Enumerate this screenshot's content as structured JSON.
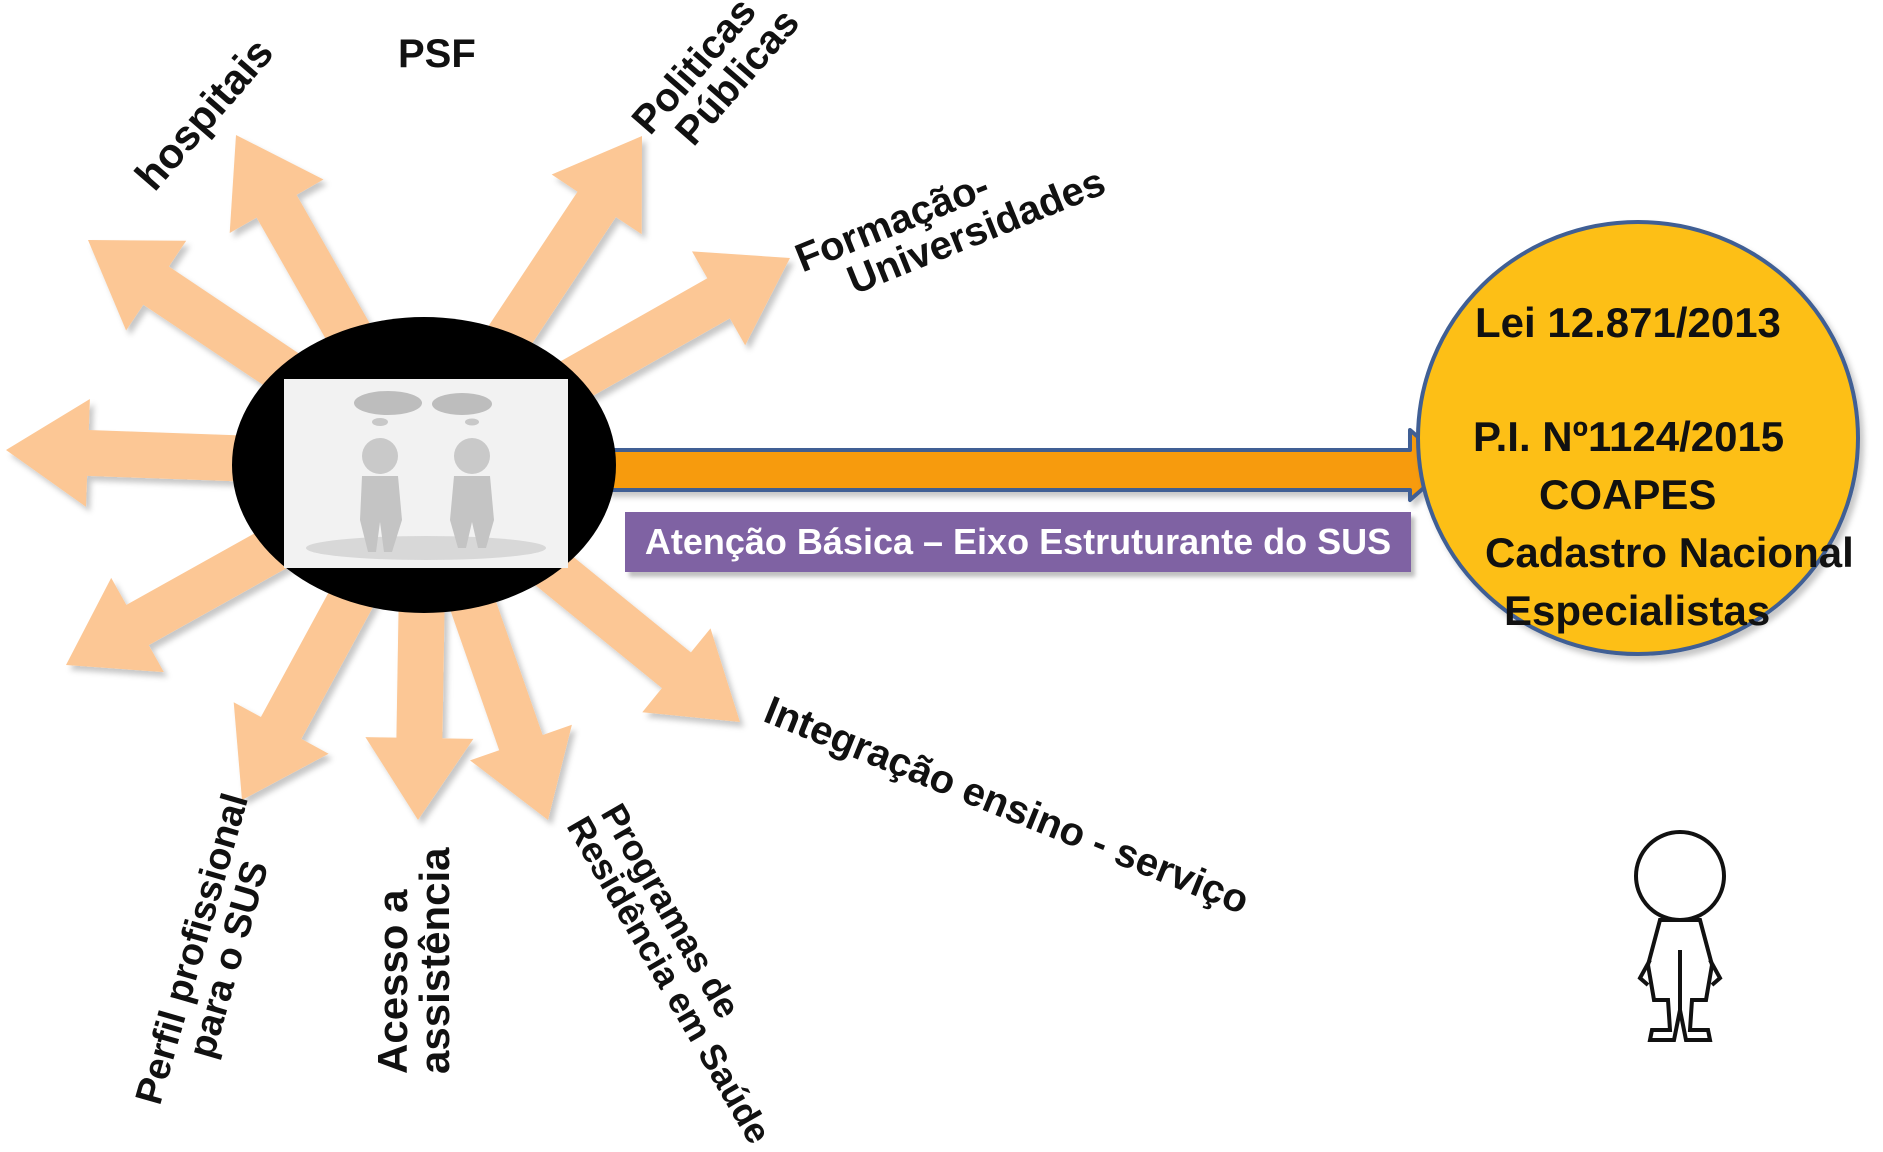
{
  "diagram": {
    "spokes": {
      "psf": "PSF",
      "hospitais": "hospitais",
      "politicas_line1": "Politicas",
      "politicas_line2": "Públicas",
      "formacao_line1": "Formação-",
      "formacao_line2": "Universidades",
      "integracao": "Integração ensino - serviço",
      "programas_line1": "Programas de",
      "programas_line2": "Residência em Saúde",
      "acesso_line1": "Acesso a",
      "acesso_line2": "assistência",
      "perfil_line1": "Perfil profissional",
      "perfil_line2": "para o SUS"
    },
    "band_label": "Atenção Básica – Eixo Estruturante do SUS",
    "circle": {
      "line1": "Lei 12.871/2013",
      "line2": "P.I. Nº1124/2015",
      "line3": "COAPES",
      "line4": "Cadastro Nacional",
      "line5": "Especialistas"
    },
    "colors": {
      "spoke_arrow": "#fcc795",
      "main_arrow": "#f79b0f",
      "band": "#7f62a3",
      "circle_fill": "#fdbf12",
      "circle_stroke": "#3f5e94",
      "hub": "#000000"
    },
    "icons": [
      "two-figures-talking-image",
      "standing-figure-icon"
    ]
  }
}
